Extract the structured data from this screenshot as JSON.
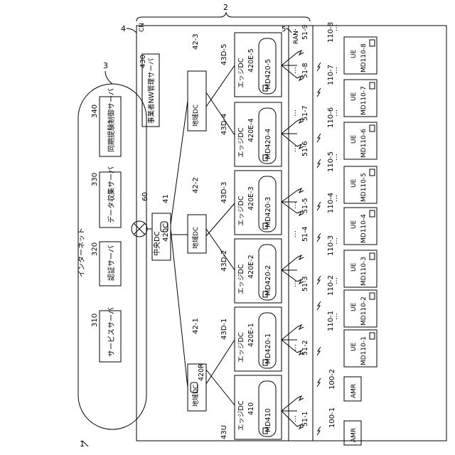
{
  "figure": {
    "figure_ref": "1",
    "system_ref": "2",
    "internet_ref": "3",
    "cn_ref": "4",
    "cn_label": "CN",
    "ran_ref": "5",
    "ran_label": "RAN",
    "switch_ref": "60",
    "internet_label": "インターネット"
  },
  "servers": [
    {
      "ref": "310",
      "label": "サービスサーバ"
    },
    {
      "ref": "320",
      "label": "認証サーバ"
    },
    {
      "ref": "330",
      "label": "データ収集サーバ"
    },
    {
      "ref": "340",
      "label": "同期提験制御サーバ"
    },
    {
      "ref": "430",
      "label": "事業者NW管理サーバ"
    }
  ],
  "central_dc": {
    "ref": "41",
    "label": "中央DC",
    "storage": "420C"
  },
  "regional_dcs": [
    {
      "ref": "42-1",
      "label": "地域DC",
      "storage": "420R"
    },
    {
      "ref": "42-2",
      "label": "地域DC",
      "storage": ""
    },
    {
      "ref": "42-3",
      "label": "地域DC",
      "storage": ""
    }
  ],
  "edge_dcs": [
    {
      "ref": "43U",
      "label": "エッジDC",
      "storage": "410",
      "md": "MD410"
    },
    {
      "ref": "43D-1",
      "label": "エッジDC",
      "storage": "420E-1",
      "md": "MD420-1"
    },
    {
      "ref": "43D-2",
      "label": "エッジDC",
      "storage": "420E-2",
      "md": "MD420-2"
    },
    {
      "ref": "43D-3",
      "label": "エッジDC",
      "storage": "420E-3",
      "md": "MD420-3"
    },
    {
      "ref": "43D-4",
      "label": "エッジDC",
      "storage": "420E-4",
      "md": "MD420-4"
    },
    {
      "ref": "43D-5",
      "label": "エッジDC",
      "storage": "420E-5",
      "md": "MD420-5"
    }
  ],
  "base_stations": [
    "51-1",
    "51-2",
    "51-3",
    "51-4",
    "51-5",
    "51-6",
    "51-7",
    "51-8",
    "51-9"
  ],
  "amr": [
    {
      "ref": "100-1",
      "label": "AMR"
    },
    {
      "ref": "100-2",
      "label": "AMR"
    }
  ],
  "ue": [
    {
      "ref": "110-1",
      "label": "UE",
      "md": "MD110-1"
    },
    {
      "ref": "110-2",
      "label": "UE",
      "md": "MD110-2"
    },
    {
      "ref": "110-3",
      "label": "UE",
      "md": "MD110-3"
    },
    {
      "ref": "110-4",
      "label": "UE",
      "md": "MD110-4"
    },
    {
      "ref": "110-5",
      "label": "UE",
      "md": "MD110-5"
    },
    {
      "ref": "110-6",
      "label": "UE",
      "md": "MD110-6"
    },
    {
      "ref": "110-7",
      "label": "UE",
      "md": "MD110-7"
    },
    {
      "ref": "110-8",
      "label": "UE",
      "md": "MD110-8"
    }
  ],
  "ellipsis": "…"
}
